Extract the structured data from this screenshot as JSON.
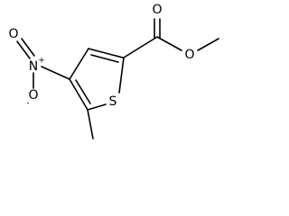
{
  "molecule": {
    "atoms": {
      "ester_carbonyl_oxygen": "O",
      "ester_ether_oxygen": "O",
      "ring_sulfur": "S",
      "nitro_nitrogen": "N",
      "nitro_nitrogen_charge": "+",
      "nitro_oxygen_anion": "O",
      "nitro_oxygen_anion_charge": "-",
      "nitro_oxygen_double": "O"
    }
  }
}
